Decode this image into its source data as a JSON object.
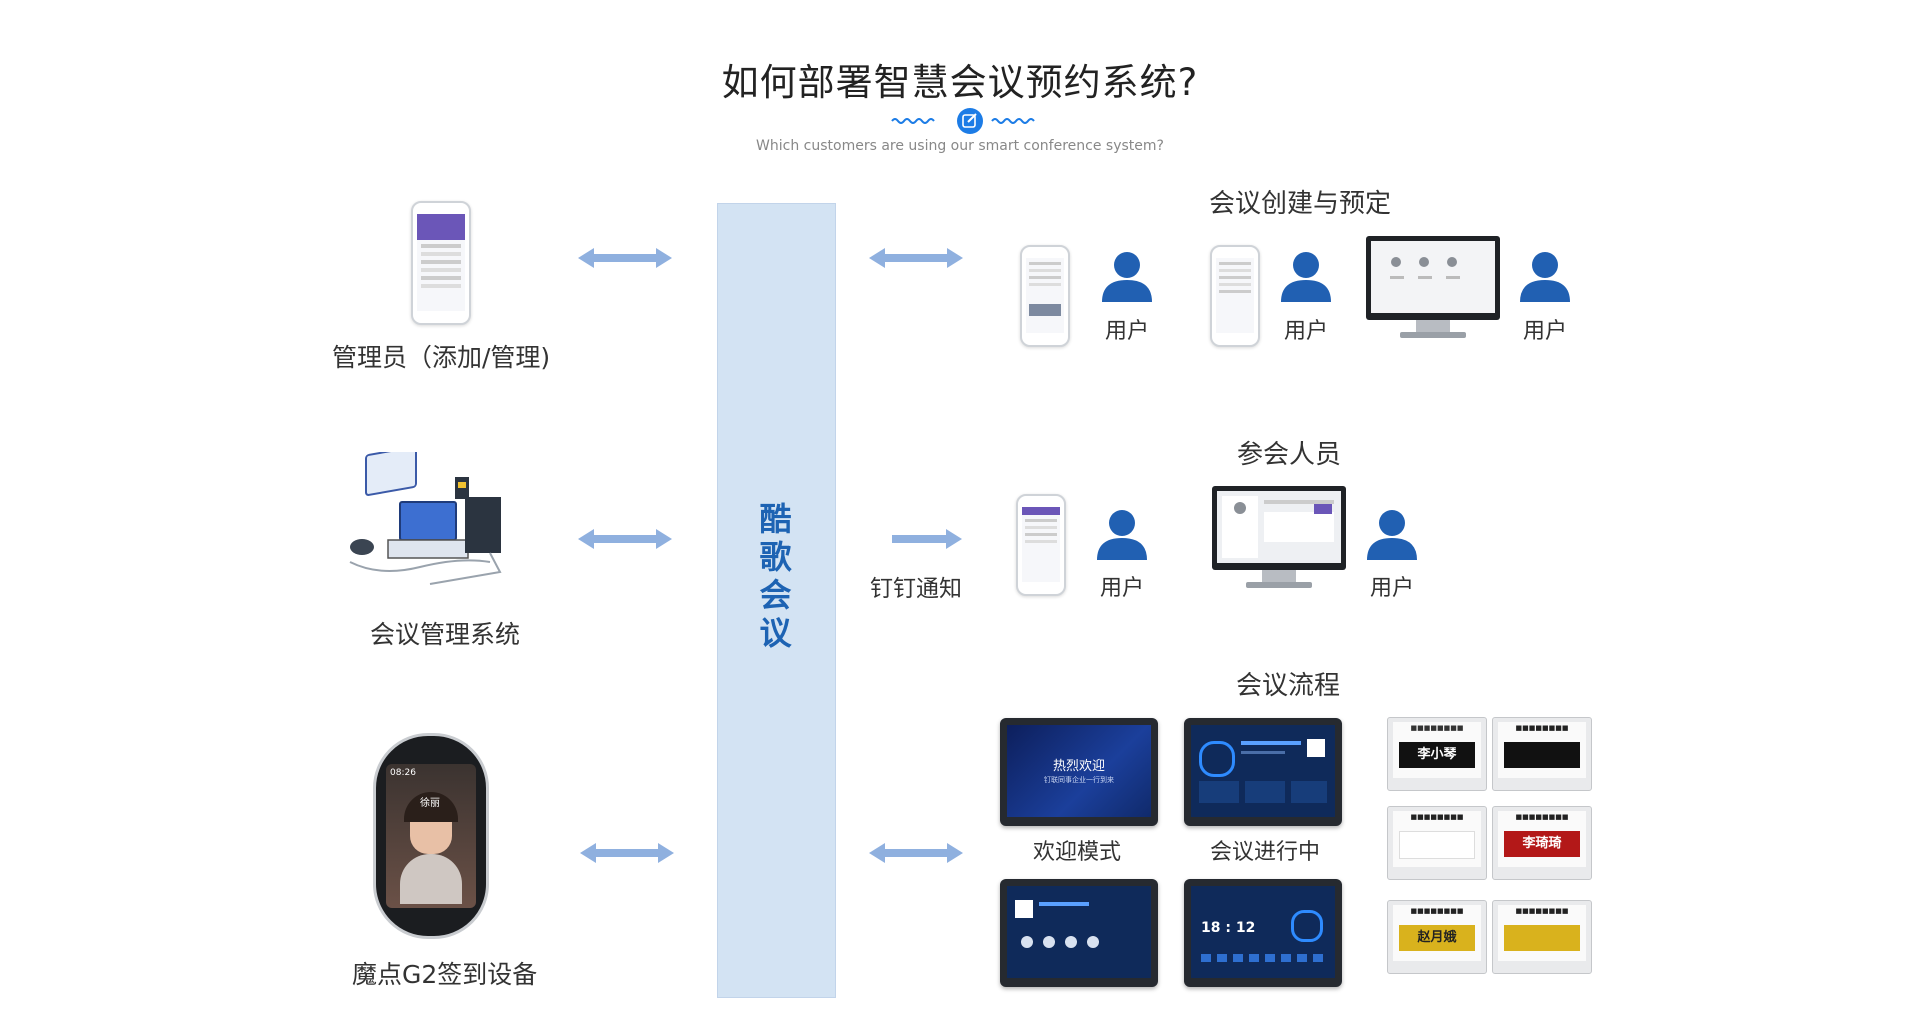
{
  "header": {
    "title": "如何部署智慧会议预约系统?",
    "subtitle": "Which customers are using our smart conference system?"
  },
  "center_bus": {
    "chars": [
      "酷",
      "歌",
      "会",
      "议"
    ]
  },
  "left": {
    "admin_label": "管理员（添加/管理)",
    "system_label": "会议管理系统",
    "device_label": "魔点G2签到设备"
  },
  "right": {
    "booking": {
      "title": "会议创建与预定",
      "users": [
        "用户",
        "用户",
        "用户"
      ]
    },
    "attendees": {
      "title": "参会人员",
      "notify_label": "钉钉通知",
      "users": [
        "用户",
        "用户"
      ]
    },
    "flow": {
      "title": "会议流程",
      "captions": [
        "欢迎模式",
        "会议进行中"
      ],
      "welcome_screen": {
        "heading": "热烈欢迎",
        "sub": "钉联同事企业一行到来"
      },
      "clock_time": "18 : 12",
      "eink_names": [
        "李小琴",
        "李琦琦",
        "赵月娥"
      ]
    }
  },
  "device_screen": {
    "time": "08:26",
    "name_tag": "徐丽"
  },
  "colors": {
    "arrow": "#8fb0df",
    "bus": "#d3e3f3",
    "bus_text": "#1d63b3",
    "user_icon": "#2160b2",
    "accent": "#1c7ce6"
  }
}
